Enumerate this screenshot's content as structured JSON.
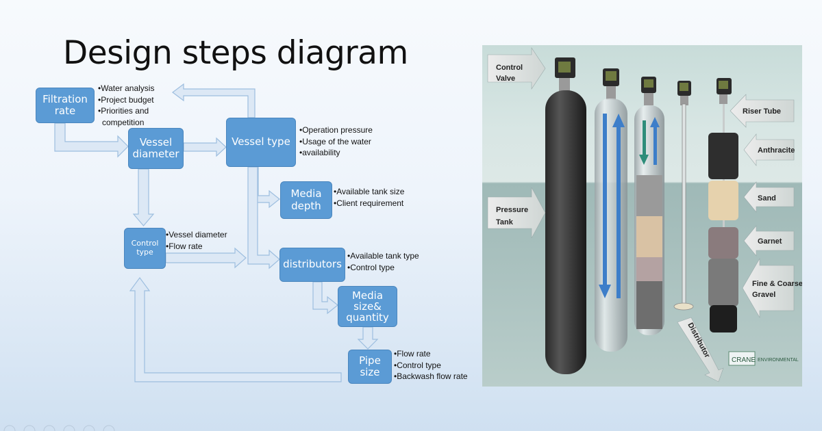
{
  "slide": {
    "title": "Design steps diagram"
  },
  "flow": {
    "filtration_rate": {
      "label": "Filtration\nrate",
      "notes": [
        "•Water analysis",
        "•Project budget",
        "•Priorities and",
        "competition"
      ]
    },
    "vessel_diameter": {
      "label": "Vessel\ndiameter"
    },
    "vessel_type": {
      "label": "Vessel type",
      "notes": [
        "•Operation pressure",
        "•Usage of the water",
        "•availability"
      ]
    },
    "media_depth": {
      "label": "Media\ndepth",
      "notes": [
        "•Available tank size",
        "•Client requirement"
      ]
    },
    "control_type": {
      "label": "Control\ntype",
      "notes": [
        "•Vessel diameter",
        "•Flow rate"
      ]
    },
    "distributors": {
      "label": "distributors",
      "notes": [
        "•Available tank type",
        "•Control type"
      ]
    },
    "media_size": {
      "label": "Media\nsize&\nquantity"
    },
    "pipe_size": {
      "label": "Pipe\nsize",
      "notes": [
        "•Flow rate",
        "•Control type",
        "•Backwash flow rate"
      ]
    }
  },
  "illustration": {
    "labels": {
      "control_valve": [
        "Control",
        "Valve"
      ],
      "pressure_tank": [
        "Pressure",
        "Tank"
      ],
      "riser_tube": "Riser Tube",
      "anthracite": "Anthracite",
      "sand": "Sand",
      "garnet": "Garnet",
      "gravel": [
        "Fine & Coarse",
        "Gravel"
      ],
      "distributor": "Distributor"
    },
    "brand": "CRANE",
    "brand_sub": "ENVIRONMENTAL"
  },
  "colors": {
    "box_fill": "#5b9bd5",
    "arrow_fill": "#dce8f5",
    "arrow_stroke": "#9dbedf"
  }
}
